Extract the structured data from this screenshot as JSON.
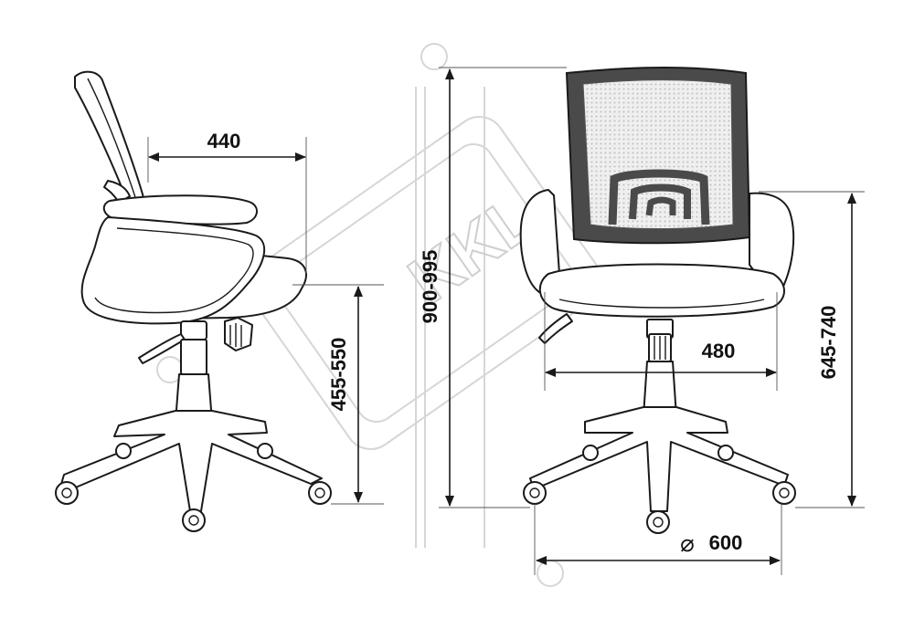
{
  "colors": {
    "line": "#1a1a1a",
    "mesh_dark": "#4a4a4a",
    "mesh_light": "#ececec",
    "watermark": "#d6d6d6",
    "background": "#ffffff"
  },
  "watermark": {
    "text": "KKL"
  },
  "dimensions": {
    "side_depth": "440",
    "seat_height": "455-550",
    "total_height": "900-995",
    "seat_width": "480",
    "armrest_height": "645-740",
    "base_diameter_symbol": "⌀",
    "base_diameter": "600"
  }
}
